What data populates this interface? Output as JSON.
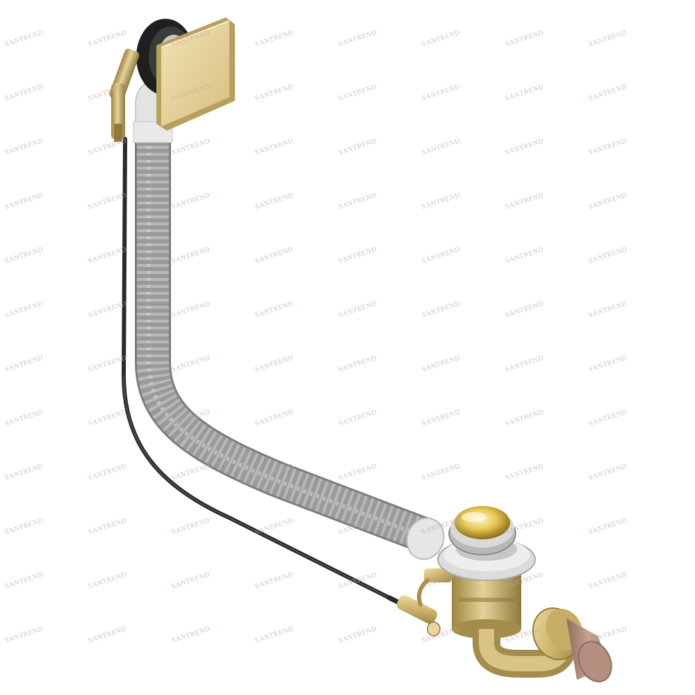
{
  "watermark": {
    "text": "SANTREND",
    "color": "#c9a6a6"
  },
  "product": {
    "overflow_cover_shape": "square",
    "drain_plug_finish": "polished-gold",
    "hose": "corrugated-grey",
    "cable": "black"
  },
  "colors": {
    "background": "#ffffff",
    "brass": "#c9b06a",
    "brass_dark": "#8f7a3c",
    "hose": "#8e8e8e",
    "hose_light": "#b4b4b4",
    "white_plastic": "#e6e6e6",
    "cable": "#2a2a2a",
    "pipe_end": "#b48f80"
  }
}
